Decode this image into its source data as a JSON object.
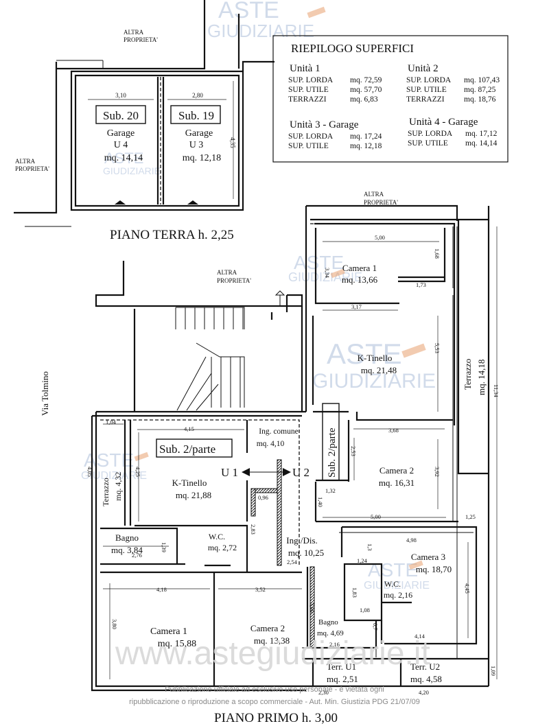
{
  "watermark": {
    "aste": "ASTE",
    "giudiziarie": "GIUDIZIARIE",
    "site": "www.astegiudiziarie.it",
    "notice_line1": "Pubblicazione ufficiale ad esclusivo uso personale - è vietata ogni",
    "notice_line2": "ripubblicazione o riproduzione a scopo commerciale - Aut. Min. Giustizia PDG 21/07/09"
  },
  "colors": {
    "ink": "#111111",
    "watermark_blue": "#b9c8e0",
    "watermark_orange": "#e8a070",
    "paper": "#ffffff"
  },
  "labels": {
    "altra_proprieta": "ALTRA",
    "altra_proprieta_2": "PROPRIETA'",
    "via": "Via Tolmino",
    "piano_terra": "PIANO TERRA h. 2,25",
    "piano_primo": "PIANO PRIMO h. 3,00"
  },
  "summary": {
    "title": "RIEPILOGO SUPERFICI",
    "unit1": {
      "heading": "Unità 1",
      "rows": [
        {
          "label": "SUP. LORDA",
          "value": "mq. 72,59"
        },
        {
          "label": "SUP. UTILE",
          "value": "mq. 57,70"
        },
        {
          "label": "TERRAZZI",
          "value": "mq. 6,83"
        }
      ]
    },
    "unit2": {
      "heading": "Unità 2",
      "rows": [
        {
          "label": "SUP. LORDA",
          "value": "mq. 107,43"
        },
        {
          "label": "SUP. UTILE",
          "value": "mq. 87,25"
        },
        {
          "label": "TERRAZZI",
          "value": "mq. 18,76"
        }
      ]
    },
    "unit3": {
      "heading": "Unità 3 - Garage",
      "rows": [
        {
          "label": "SUP. LORDA",
          "value": "mq. 17,24"
        },
        {
          "label": "SUP. UTILE",
          "value": "mq. 12,18"
        }
      ]
    },
    "unit4": {
      "heading": "Unità 4 - Garage",
      "rows": [
        {
          "label": "SUP. LORDA",
          "value": "mq. 17,12"
        },
        {
          "label": "SUP. UTILE",
          "value": "mq. 14,14"
        }
      ]
    }
  },
  "ground_floor": {
    "sub20": {
      "tag": "Sub. 20",
      "name": "Garage",
      "unit": "U 4",
      "area": "mq. 14,14"
    },
    "sub19": {
      "tag": "Sub. 19",
      "name": "Garage",
      "unit": "U 3",
      "area": "mq. 12,18"
    },
    "dims": {
      "w1": "3,10",
      "w2": "2,80",
      "h": "4,35"
    }
  },
  "first_floor": {
    "sub2_left": "Sub. 2/parte",
    "sub2_right": "Sub. 2/parte",
    "u1": "U 1",
    "u2": "U 2",
    "rooms": {
      "camera1_r": {
        "name": "Camera 1",
        "area": "mq. 13,66"
      },
      "ktinello_r": {
        "name": "K-Tinello",
        "area": "mq. 21,48"
      },
      "camera2_r": {
        "name": "Camera 2",
        "area": "mq. 16,31"
      },
      "camera3_r": {
        "name": "Camera 3",
        "area": "mq. 18,70"
      },
      "wc_r": {
        "name": "W.C.",
        "area": "mq. 2,16"
      },
      "bagno_r": {
        "name": "Bagno",
        "area": "mq. 4,69"
      },
      "ingdis": {
        "name": "Ing./Dis.",
        "area": "mq. 10,25"
      },
      "ingcomune": {
        "name": "Ing. comune",
        "area": "mq. 4,10"
      },
      "ktinello_l": {
        "name": "K-Tinello",
        "area": "mq. 21,88"
      },
      "wc_l": {
        "name": "W.C.",
        "area": "mq. 2,72"
      },
      "bagno_l": {
        "name": "Bagno",
        "area": "mq. 3,84"
      },
      "camera1_l": {
        "name": "Camera 1",
        "area": "mq. 15,88"
      },
      "camera2_l": {
        "name": "Camera 2",
        "area": "mq. 13,38"
      },
      "terr_u1": {
        "name": "Terr. U1",
        "area": "mq. 2,51"
      },
      "terr_u2": {
        "name": "Terr. U2",
        "area": "mq. 4,58"
      },
      "terrazzo_l": {
        "name": "Terrazzo",
        "area": "mq. 4,32"
      },
      "terrazzo_r": {
        "name": "Terrazzo",
        "area": "mq. 14,18"
      }
    },
    "dims": {
      "d500a": "5,00",
      "d168": "1,68",
      "d334": "3,34",
      "d173": "1,73",
      "d317": "3,17",
      "d553": "5,53",
      "d1134": "11,34",
      "d368": "3,68",
      "d253": "2,53",
      "d392": "3,92",
      "d132": "1,32",
      "d140": "1,40",
      "d500b": "5,00",
      "d125": "1,25",
      "d498": "4,98",
      "d13": "1,3",
      "d445": "4,45",
      "d124": "1,24",
      "d183": "1,83",
      "d108": "1,08",
      "d07": "0,7",
      "d300": "3,00",
      "d216": "2,16",
      "d414": "4,14",
      "d230": "2,30",
      "d420": "4,20",
      "d109": "1,09",
      "d254": "2,54",
      "d104": "1,04",
      "d415": "4,15",
      "d405": "4,05",
      "d425": "4,25",
      "d096": "0,96",
      "d283": "2,83",
      "d276": "2,76",
      "d139": "1,39",
      "d418": "4,18",
      "d352": "3,52",
      "d380": "3,80"
    }
  }
}
